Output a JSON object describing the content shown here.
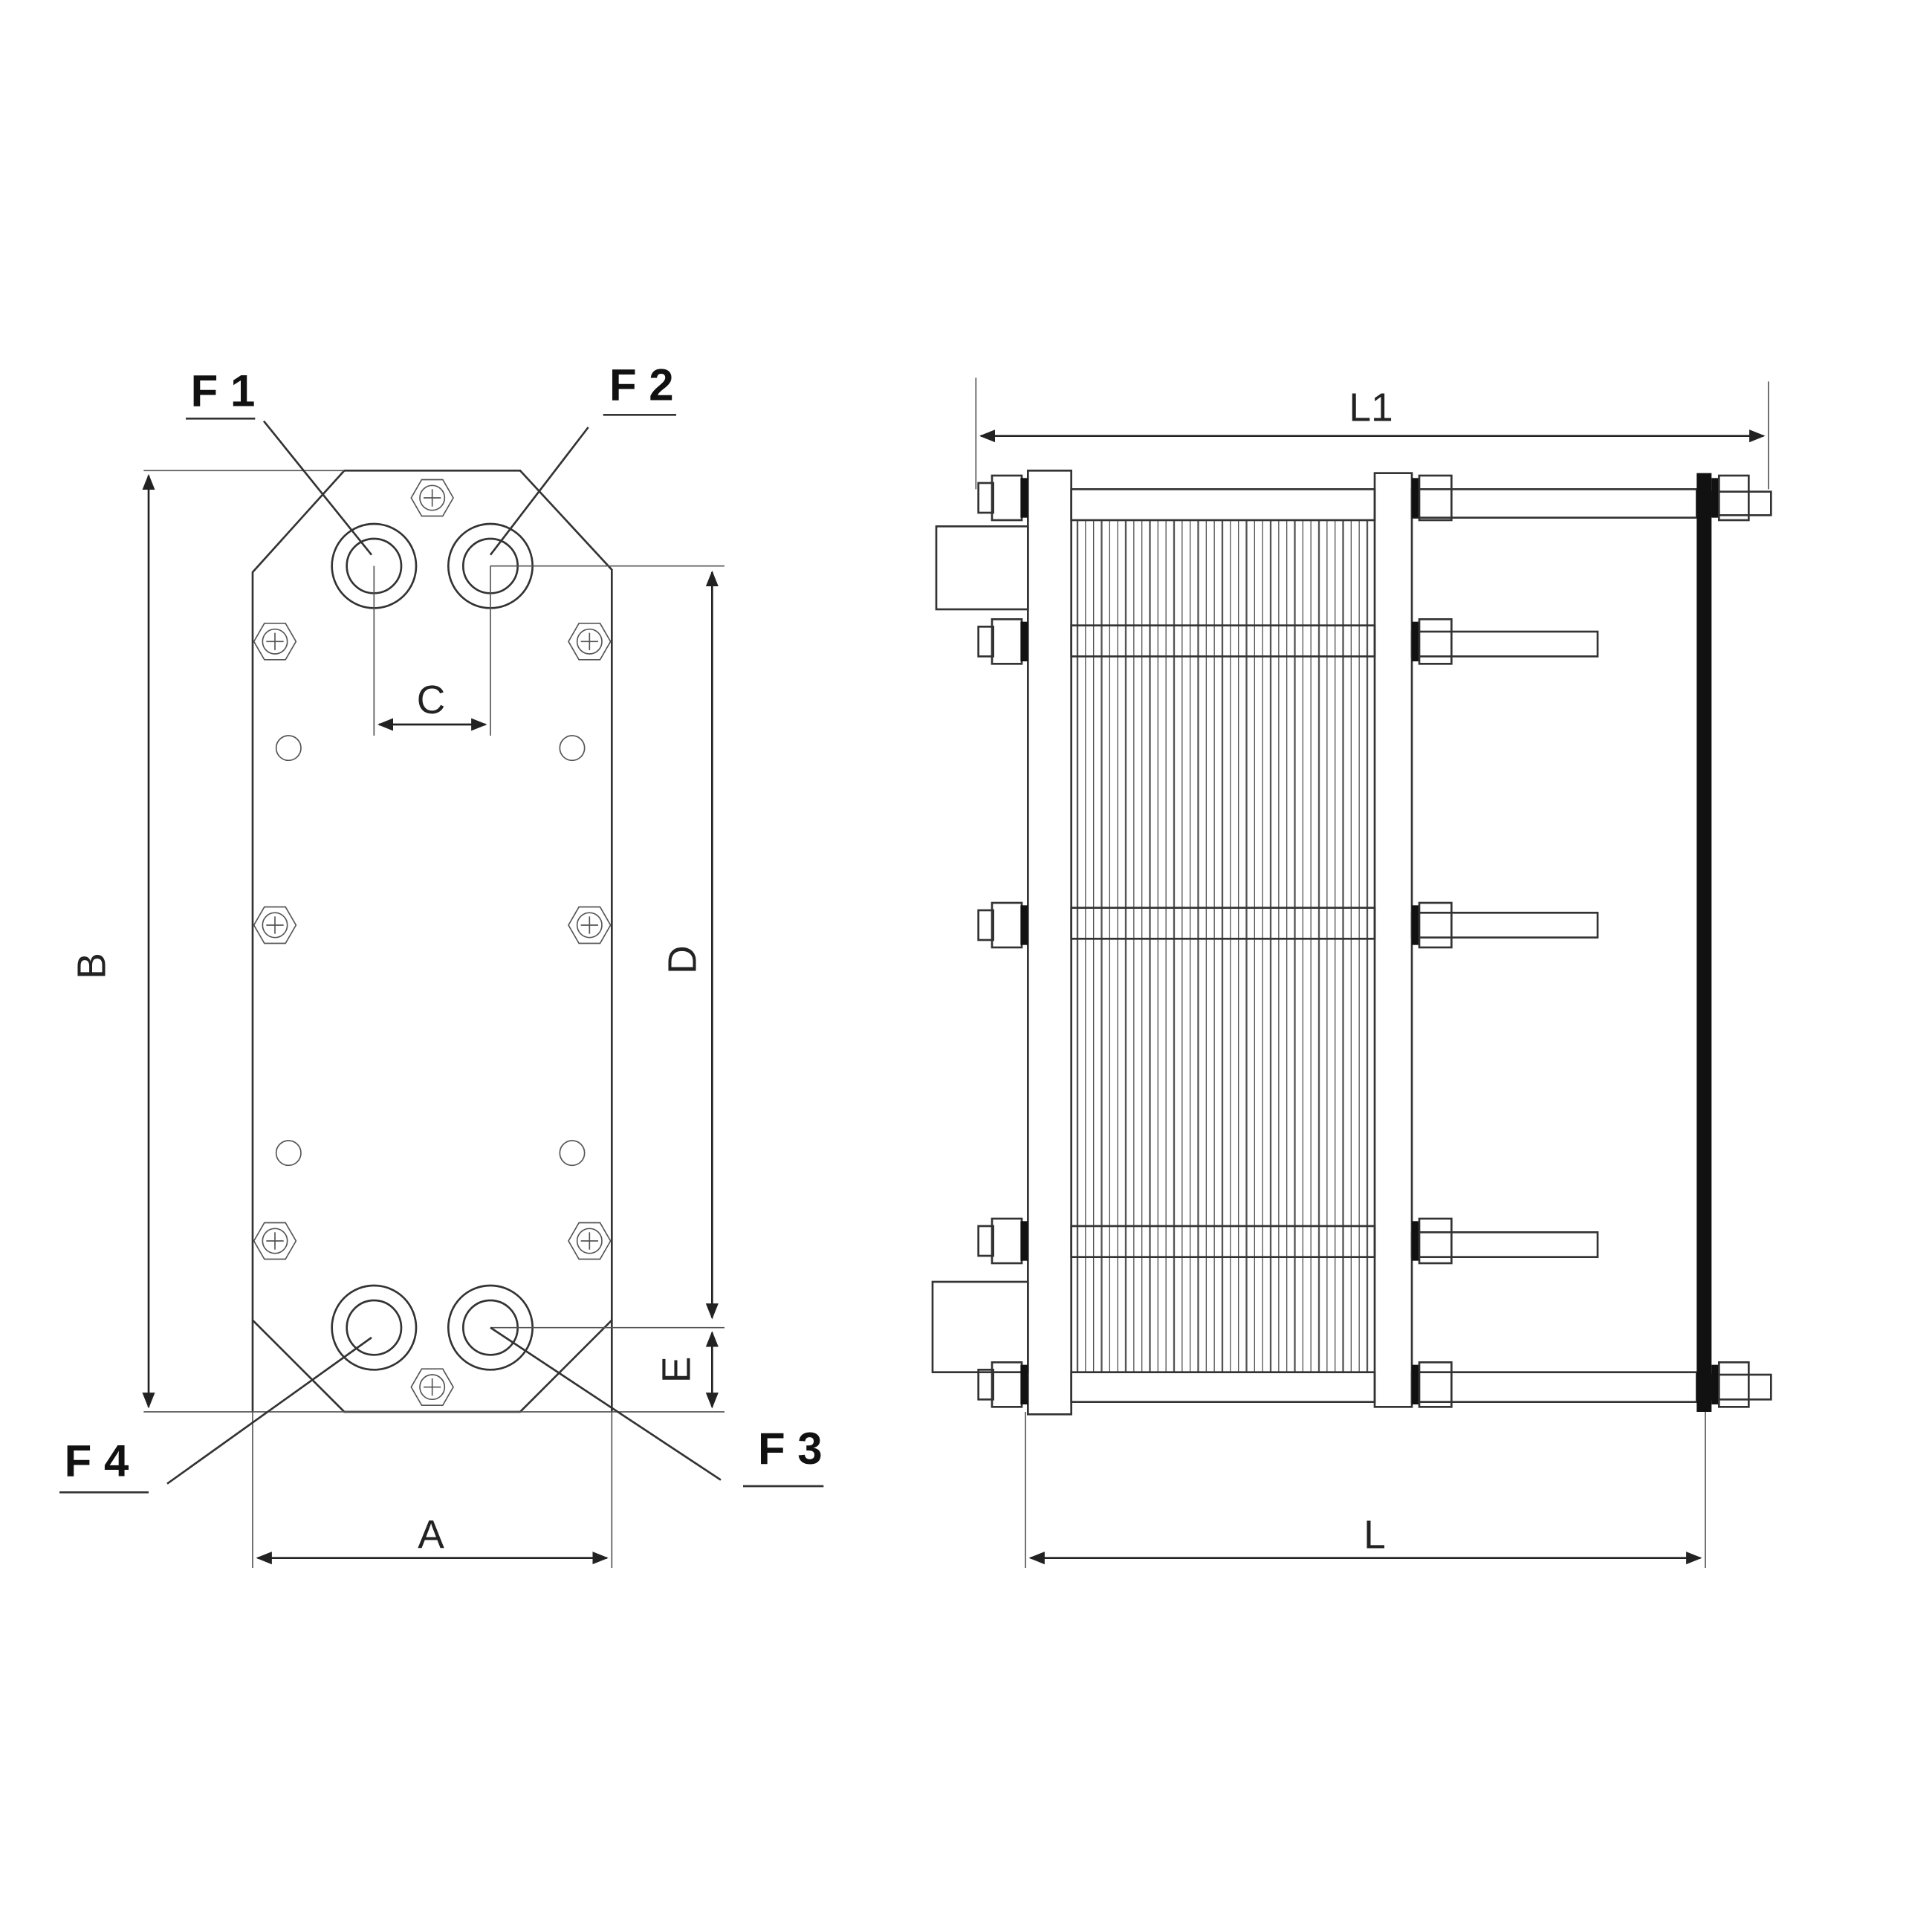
{
  "front_view": {
    "ports": {
      "f1": "F 1",
      "f2": "F 2",
      "f3": "F 3",
      "f4": "F 4"
    },
    "dimensions": {
      "a": "A",
      "b": "B",
      "c": "C",
      "d": "D",
      "e": "E"
    }
  },
  "side_view": {
    "dimensions": {
      "l": "L",
      "l1": "L1"
    }
  },
  "colors": {
    "line": "#333333",
    "end_plate": "#111111"
  }
}
